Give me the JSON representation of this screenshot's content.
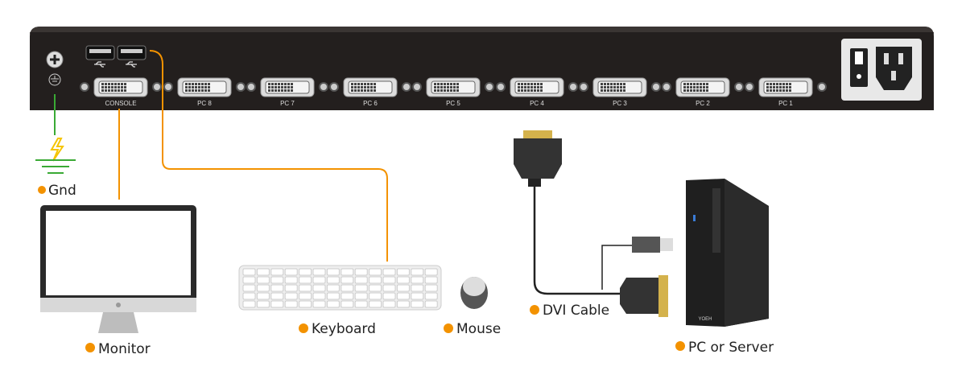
{
  "kvm_panel": {
    "ports": [
      {
        "label": "CONSOLE"
      },
      {
        "label": "PC 8"
      },
      {
        "label": "PC 7"
      },
      {
        "label": "PC 6"
      },
      {
        "label": "PC 5"
      },
      {
        "label": "PC 4"
      },
      {
        "label": "PC 3"
      },
      {
        "label": "PC 2"
      },
      {
        "label": "PC 1"
      }
    ]
  },
  "labels": {
    "gnd": "Gnd",
    "monitor": "Monitor",
    "keyboard": "Keyboard",
    "mouse": "Mouse",
    "dvi_cable": "DVI Cable",
    "pc_server": "PC or Server",
    "pc_brand": "YOEH"
  },
  "colors": {
    "accent": "#f39200",
    "ground": "#3aaa35",
    "bolt": "#f5c400",
    "panel": "#231f1e"
  }
}
